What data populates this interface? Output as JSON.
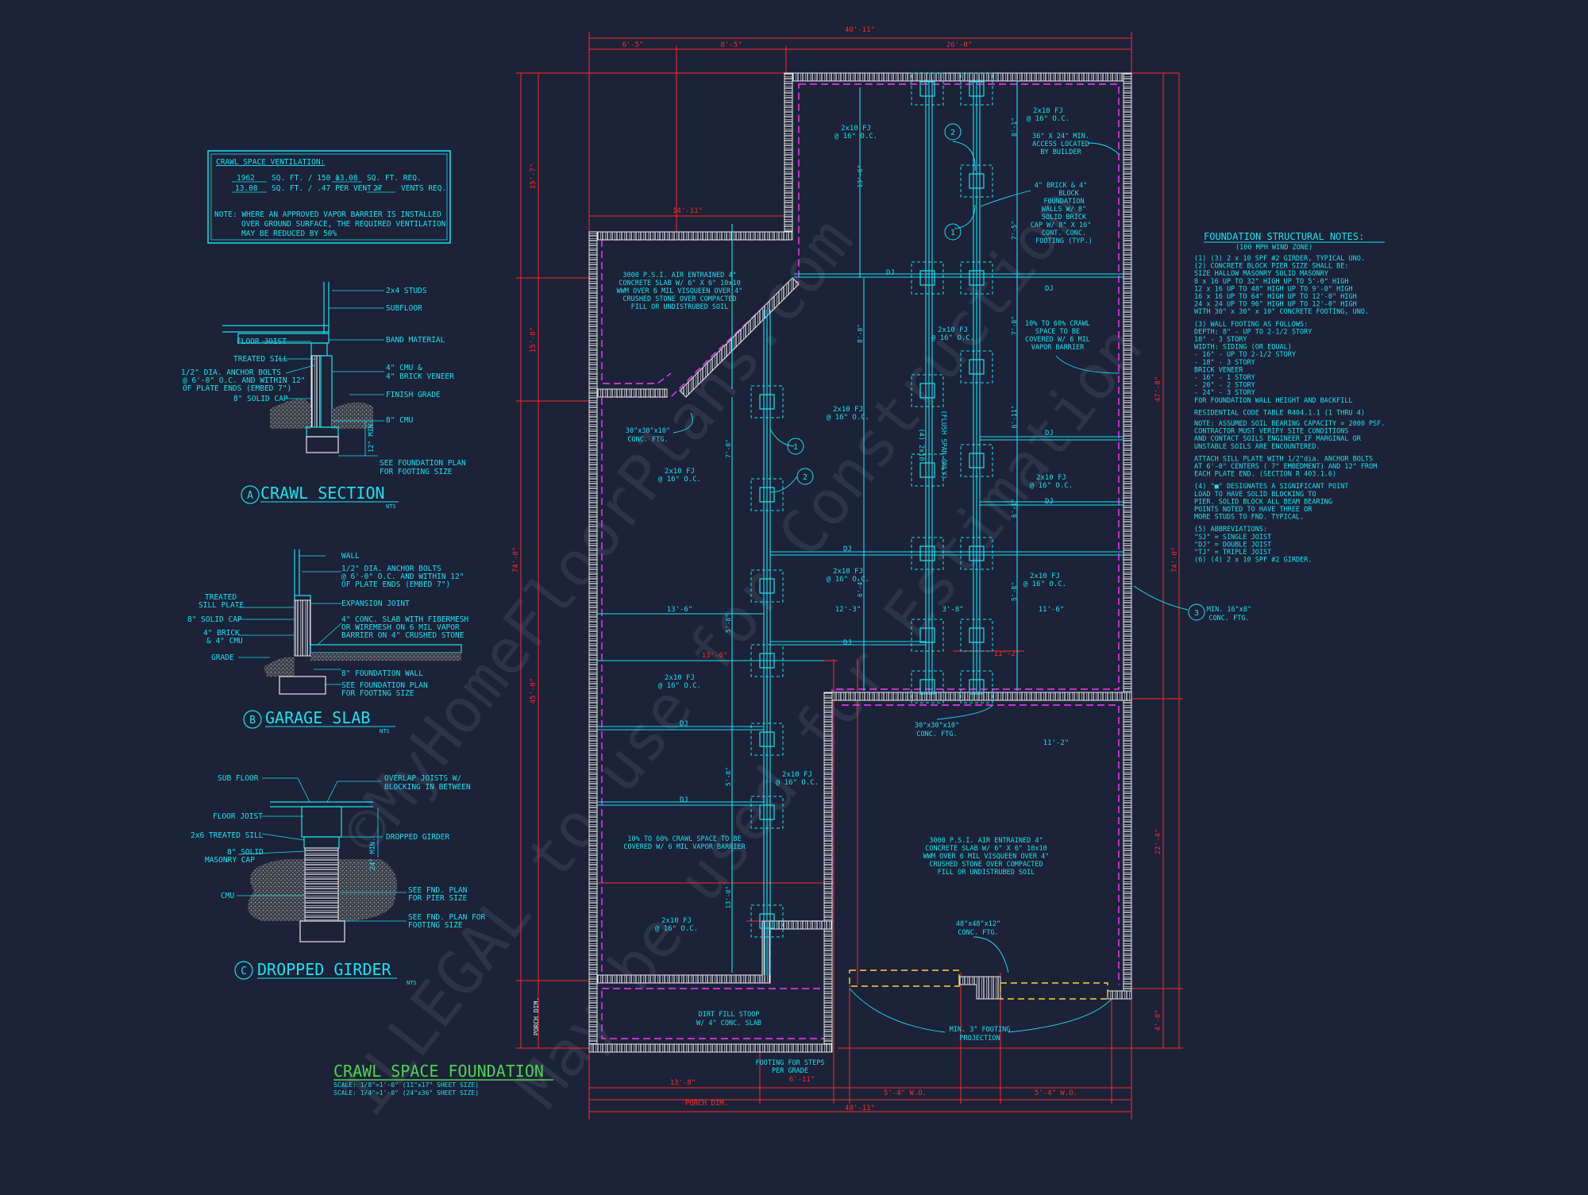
{
  "colors": {
    "background": "#1c2238",
    "cyan": "#19e3ef",
    "red": "#ff2a2a",
    "magenta": "#ff39ff",
    "white": "#e8e8e8",
    "green": "#4fd44f",
    "yellow": "#ffd23a",
    "grey": "#9aa0a8"
  },
  "title": {
    "main": "CRAWL SPACE FOUNDATION",
    "scale1": "SCALE: 1/8\"=1'-0\" (11\"x17\" SHEET SIZE)",
    "scale2": "SCALE: 1/4\"=1'-0\" (24\"x36\" SHEET SIZE)"
  },
  "watermark": {
    "line1": "©MyHomeFloorPlans.com",
    "line2": "ILLEGAL to use for Construction",
    "line3": "May be used for Estimation"
  },
  "ventilation": {
    "heading": "CRAWL SPACE VENTILATION:",
    "row1_value": "1962",
    "row1_text": "SQ. FT. / 150 =",
    "row1_result": "13.08",
    "row1_unit": "SQ. FT. REQ.",
    "row2_value": "13.08",
    "row2_text": "SQ. FT. / .47 PER VENT =",
    "row2_result": "27",
    "row2_unit": "VENTS REQ.",
    "note1": "NOTE: WHERE AN APPROVED VAPOR BARRIER IS INSTALLED",
    "note2": "OVER GROUND SURFACE, THE REQUIRED VENTILATION",
    "note3": "MAY BE REDUCED BY 50%"
  },
  "details": {
    "a": {
      "letter": "A",
      "title": "CRAWL SECTION",
      "nts": "NTS",
      "labels": [
        "2x4 STUDS",
        "SUBFLOOR",
        "BAND MATERIAL",
        "4\" CMU &",
        "4\" BRICK VENEER",
        "FINISH GRADE",
        "8\" CMU",
        "SEE FOUNDATION PLAN",
        "FOR FOOTING SIZE"
      ],
      "left_labels": [
        "FLOOR JOIST",
        "TREATED SILL",
        "1/2\" DIA. ANCHOR BOLTS",
        "@ 6'-0\" O.C. AND WITHIN 12\"",
        "OF PLATE ENDS (EMBED 7\")",
        "8\" SOLID CAP"
      ],
      "dim": "12\" MIN."
    },
    "b": {
      "letter": "B",
      "title": "GARAGE SLAB",
      "nts": "NTS",
      "labels": [
        "WALL",
        "1/2\" DIA. ANCHOR BOLTS",
        "@ 6'-0\" O.C. AND WITHIN 12\"",
        "OF PLATE ENDS (EMBED 7\")",
        "EXPANSION JOINT",
        "4\" CONC. SLAB WITH FIBERMESH",
        "OR WIREMESH ON 6 MIL VAPOR",
        "BARRIER ON 4\" CRUSHED STONE",
        "8\" FOUNDATION WALL",
        "SEE FOUNDATION PLAN",
        "FOR FOOTING SIZE"
      ],
      "left_labels": [
        "TREATED",
        "SILL PLATE",
        "8\" SOLID CAP",
        "4\" BRICK",
        "& 4\" CMU",
        "GRADE"
      ]
    },
    "c": {
      "letter": "C",
      "title": "DROPPED GIRDER",
      "nts": "NTS",
      "labels": [
        "OVERLAP JOISTS W/",
        "BLOCKING IN BETWEEN",
        "DROPPED GIRDER",
        "SEE FND. PLAN",
        "FOR PIER SIZE",
        "SEE FND. PLAN FOR",
        "FOOTING SIZE"
      ],
      "left_labels": [
        "SUB FLOOR",
        "FLOOR JOIST",
        "2x6 TREATED SILL",
        "8\" SOLID",
        "MASONRY CAP",
        "CMU"
      ],
      "dim": "24\" MIN."
    }
  },
  "notes": {
    "heading": "FOUNDATION STRUCTURAL NOTES:",
    "subheading": "(100 MPH WIND ZONE)",
    "lines": [
      "(1) (3) 2 x 10 SPF #2 GIRDER, TYPICAL UNO.",
      "(2) CONCRETE BLOCK PIER SIZE SHALL BE:",
      "     SIZE      HALLOW MASONRY    SOLID MASONRY",
      "     8 x 16     UP TO 32\" HIGH    UP TO 5'-0\" HIGH",
      "     12 x 16    UP TO 48\" HIGH    UP TO 9'-0\" HIGH",
      "     16 x 16    UP TO 64\" HIGH    UP TO 12'-0\" HIGH",
      "     24 x 24    UP TO 96\" HIGH    UP TO 12'-0\" HIGH",
      "     WITH 30\" x 30\" x 10\" CONCRETE FOOTING, UNO.",
      "(3) WALL FOOTING AS FOLLOWS:",
      "     DEPTH:  8\" - UP TO 2-1/2 STORY",
      "             10\" - 3 STORY",
      "     WIDTH:  SIDING (OR EQUAL)",
      "               - 16\" - UP TO 2-1/2 STORY",
      "               - 18\" - 3 STORY",
      "             BRICK VENEER",
      "               - 16\" - 1 STORY",
      "               - 20\" - 2 STORY",
      "               - 24\" - 3 STORY",
      "     FOR FOUNDATION WALL HEIGHT AND BACKFILL",
      "     RESIDENTIAL CODE TABLE R404.1.1 (1 THRU 4)",
      "     NOTE: ASSUMED SOIL BEARING CAPACITY = 2000 PSF.",
      "     CONTRACTOR MUST VERIFY SITE CONDITIONS",
      "     AND CONTACT SOILS ENGINEER IF MARGINAL OR",
      "     UNSTABLE SOILS ARE ENCOUNTERED.",
      "     ATTACH SILL PLATE WITH 1/2\"dia. ANCHOR BOLTS",
      "     AT 6'-0\" CENTERS ( 7\" EMBEDMENT) AND 12\" FROM",
      "     EACH PLATE END. (SECTION R 403.1.6)",
      "(4) \"■\" DESIGNATES A SIGNIFICANT POINT",
      "     LOAD TO HAVE SOLID BLOCKING TO",
      "     PIER. SOLID BLOCK ALL BEAM BEARING",
      "     POINTS NOTED TO HAVE THREE OR",
      "     MORE STUDS TO FND. TYPICAL.",
      "(5) ABBREVIATIONS:",
      "     \"SJ\" = SINGLE JOIST",
      "     \"DJ\" = DOUBLE JOIST",
      "     \"TJ\" = TRIPLE JOIST",
      "(6) (4) 2 x 10 SPF #2 GIRDER."
    ]
  },
  "plan": {
    "dim_top_overall": "40'-11\"",
    "dim_top_a": "6'-5\"",
    "dim_top_b": "8'-5\"",
    "dim_top_c": "26'-0\"",
    "dim_notch": "14'-11\"",
    "dim_bottom_overall": "40'-11\"",
    "dim_bottom_porch": "PORCH DIM.",
    "dim_bottom_a": "13'-8\"",
    "dim_bottom_b": "6'-11\"",
    "dim_bottom_c": "5'-4\" W.O.",
    "dim_bottom_d": "5'-4\" W.O.",
    "dim_left_overall": "74'-0\"",
    "dim_left_a": "15'-7\"",
    "dim_left_b": "15'-8\"",
    "dim_left_c": "45'-0\"",
    "dim_left_porch": "PORCH DIM.",
    "dim_right_overall": "74'-0\"",
    "dim_right_a": "47'-8\"",
    "dim_right_b": "22'-4\"",
    "dim_right_c": "4'-0\"",
    "row_dims": [
      "13'-6\"",
      "12'-3\"",
      "3'-8\"",
      "11'-6\"",
      "11'-2\""
    ],
    "vert_dims": [
      "8'-1\"",
      "7'-5\"",
      "7'-0\"",
      "6'-11\"",
      "6'-1\"",
      "5'-8\"",
      "13'-6\"",
      "8'-8\"",
      "7'-0\"",
      "5'-8\"",
      "6'-4\"",
      "5'-8\"",
      "13'-0\""
    ],
    "fj": "2x10 FJ",
    "oc": "@ 16\" O.C.",
    "dj": "DJ",
    "girder_note": "(4) 2x10",
    "girder_note2": "(FLUSH SPAN ONLY)",
    "slab_top": [
      "3000 P.S.I. AIR ENTRAINED 4\"",
      "CONCRETE SLAB W/ 6\" X 6\" 10x10",
      "WWM OVER 6 MIL VISQUEEN OVER 4\"",
      "CRUSHED STONE OVER COMPACTED",
      "FILL OR UNDISTRUBED SOIL"
    ],
    "slab_garage": [
      "3000 P.S.I. AIR ENTRAINED 4\"",
      "CONCRETE SLAB W/ 6\" X 6\" 10x10",
      "WWM OVER 6 MIL VISQUEEN OVER 4\"",
      "CRUSHED STONE OVER COMPACTED",
      "FILL OR UNDISTRUBED SOIL"
    ],
    "access": [
      "36\" X 24\" MIN.",
      "ACCESS LOCATED",
      "BY BUILDER"
    ],
    "brick": [
      "4\" BRICK & 4\"",
      "BLOCK",
      "FOUNDATION",
      "WALLS W/ 8\"",
      "SOLID BRICK",
      "CAP W/ 8\" X 16\"",
      "CONT. CONC.",
      "FOOTING (TYP.)"
    ],
    "crawl_right": [
      "10% TO 60% CRAWL",
      "SPACE TO BE",
      "COVERED W/ 6 MIL",
      "VAPOR BARRIER"
    ],
    "crawl_left": [
      "10% TO 60% CRAWL SPACE TO BE",
      "COVERED W/ 6 MIL VAPOR BARRIER"
    ],
    "ftg1": [
      "30\"x30\"x10\"",
      "CONC. FTG."
    ],
    "ftg2": [
      "30\"x30\"x10\"",
      "CONC. FTG."
    ],
    "ftg3": [
      "48\"x48\"x12\"",
      "CONC. FTG."
    ],
    "min_ftg": [
      "MIN. 16\"x8\"",
      "CONC. FTG."
    ],
    "min_proj": [
      "MIN. 3\" FOOTING",
      "PROJECTION"
    ],
    "stoop": [
      "DIRT FILL STOOP",
      "W/ 4\" CONC. SLAB"
    ],
    "steps": [
      "FOOTING FOR STEPS",
      "PER GRADE"
    ],
    "callout1": "1",
    "callout2": "2",
    "callout3": "3"
  }
}
